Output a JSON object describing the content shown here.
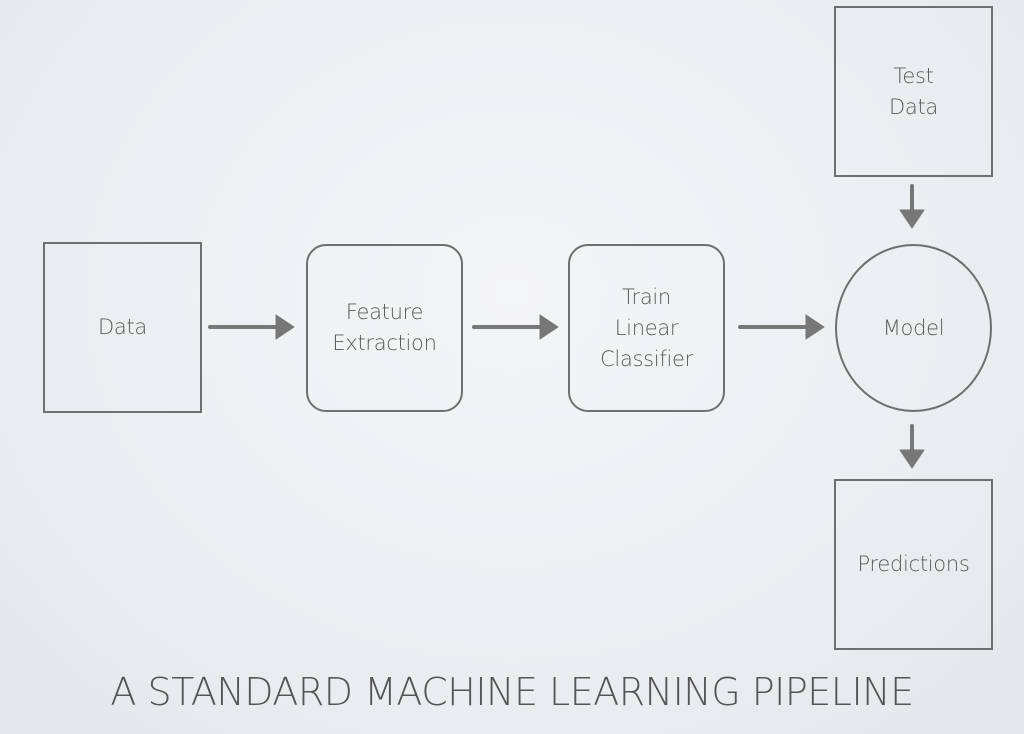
{
  "diagram": {
    "nodes": {
      "data": "Data",
      "feature_extraction": "Feature\nExtraction",
      "train_linear_classifier": "Train\nLinear\nClassifier",
      "model": "Model",
      "test_data": "Test\nData",
      "predictions": "Predictions"
    },
    "colors": {
      "stroke": "#6f6f6f",
      "text": "#5a5a5a"
    }
  },
  "title": "A STANDARD MACHINE LEARNING PIPELINE"
}
